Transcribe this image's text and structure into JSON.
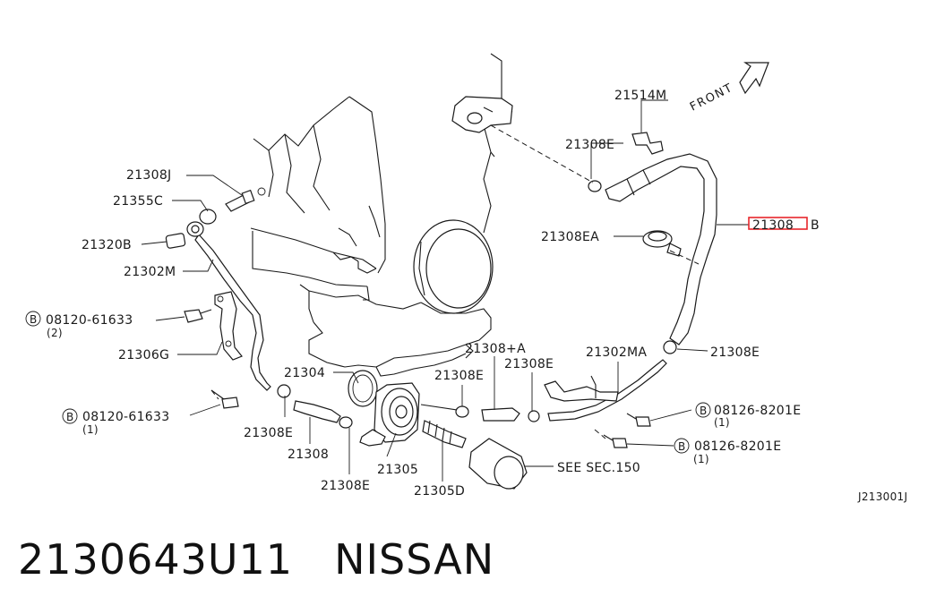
{
  "labels": {
    "l21514M": "21514M",
    "l21308E_a": "21308E",
    "l21308B": "21308",
    "l21308B_suffix": "B",
    "l21308EA": "21308EA",
    "l21308J": "21308J",
    "l21355C": "21355C",
    "l21320B": "21320B",
    "l21302M": "21302M",
    "l08120_a": "08120-61633",
    "l08120_a_qty": "(2)",
    "l21306G": "21306G",
    "l21304": "21304",
    "l08120_b": "08120-61633",
    "l08120_b_qty": "(1)",
    "l21308E_b": "21308E",
    "l21308": "21308",
    "l21308E_c": "21308E",
    "l21305": "21305",
    "l21305D": "21305D",
    "l21308A": "21308+A",
    "l21308E_d": "21308E",
    "l21308E_e": "21308E",
    "l21302MA": "21302MA",
    "l21308E_f": "21308E",
    "l08126_a": "08126-8201E",
    "l08126_a_qty": "(1)",
    "l08126_b": "08126-8201E",
    "l08126_b_qty": "(1)",
    "lSeeSec": "SEE SEC.150",
    "lFront": "FRONT",
    "lCode": "J213001J",
    "bolt_symbol": "B"
  },
  "footer": {
    "part_number": "2130643U11",
    "brand": "NISSAN"
  },
  "highlight_color": "#e8262b"
}
